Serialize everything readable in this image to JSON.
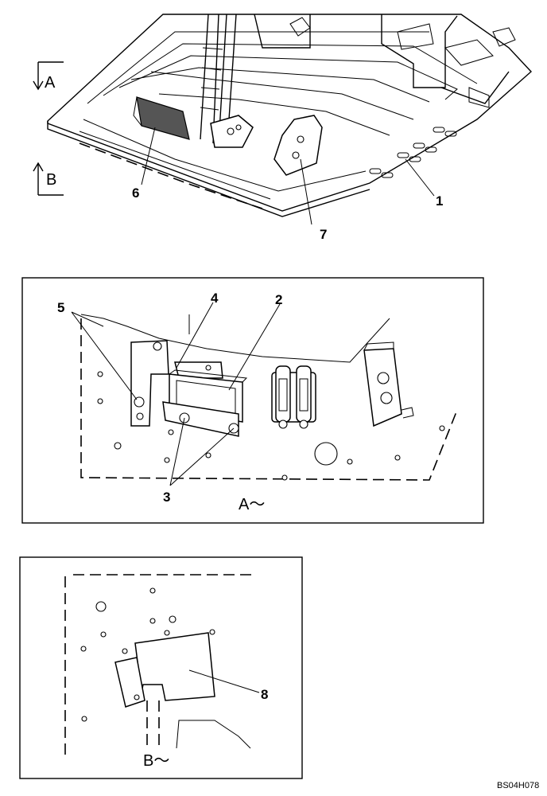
{
  "callouts": {
    "c1": "1",
    "c2": "2",
    "c3": "3",
    "c4": "4",
    "c5": "5",
    "c6": "6",
    "c7": "7",
    "c8": "8"
  },
  "views": {
    "top_a": "A",
    "top_b": "B",
    "panel_a": "A～",
    "panel_b": "B～"
  },
  "drawing_code": "BS04H078"
}
